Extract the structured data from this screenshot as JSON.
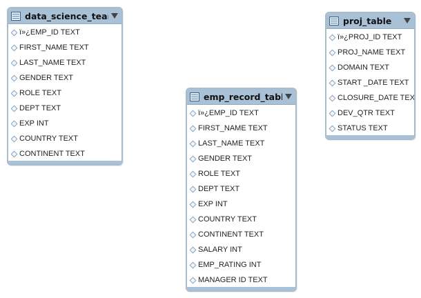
{
  "tables": [
    {
      "title": "data_science_team",
      "icon": "table-icon",
      "columns": [
        "ï»¿EMP_ID TEXT",
        "FIRST_NAME TEXT",
        "LAST_NAME TEXT",
        "GENDER TEXT",
        "ROLE TEXT",
        "DEPT TEXT",
        "EXP INT",
        "COUNTRY TEXT",
        "CONTINENT TEXT"
      ]
    },
    {
      "title": "emp_record_table",
      "icon": "table-icon",
      "columns": [
        "ï»¿EMP_ID TEXT",
        "FIRST_NAME TEXT",
        "LAST_NAME TEXT",
        "GENDER TEXT",
        "ROLE TEXT",
        "DEPT TEXT",
        "EXP INT",
        "COUNTRY TEXT",
        "CONTINENT TEXT",
        "SALARY INT",
        "EMP_RATING INT",
        "MANAGER ID TEXT"
      ]
    },
    {
      "title": "proj_table",
      "icon": "table-icon",
      "columns": [
        "ï»¿PROJ_ID TEXT",
        "PROJ_NAME TEXT",
        "DOMAIN TEXT",
        "START _DATE TEXT",
        "CLOSURE_DATE TEXT",
        "DEV_QTR TEXT",
        "STATUS TEXT"
      ]
    }
  ],
  "colors": {
    "header": "#a9c1d6",
    "border": "#a9bccb",
    "background": "#ffffff"
  }
}
